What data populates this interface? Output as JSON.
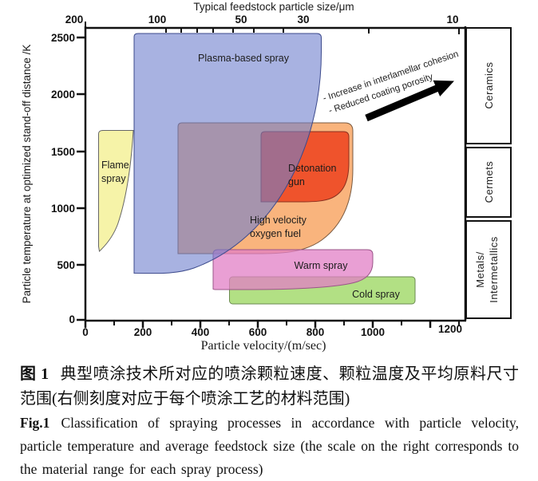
{
  "figure": {
    "top_axis": {
      "title": "Typical feedstock particle size/μm",
      "ticks": [
        "200",
        "100",
        "50",
        "30",
        "10"
      ]
    },
    "x_axis": {
      "title": "Particle velocity/(m/sec)",
      "ticks": [
        "0",
        "200",
        "400",
        "600",
        "800",
        "1000",
        "1200"
      ]
    },
    "y_axis": {
      "title": "Particle temperature at optimized stand-off distance /K",
      "ticks": [
        "2500",
        "2000",
        "1500",
        "1000",
        "500",
        "0"
      ]
    },
    "labels": {
      "plasma": "Plasma-based spray",
      "flame1": "Flame",
      "flame2": "spray",
      "det1": "Detonation",
      "det2": "gun",
      "hvof1": "High velocity",
      "hvof2": "oxygen fuel",
      "warm": "Warm spray",
      "cold": "Cold spray"
    },
    "annotation": {
      "line1": "- Increase in interlamellar cohesion",
      "line2": "- Reduced coating porosity"
    },
    "materials": {
      "ceramics": "Ceramics",
      "cermets": "Cermets",
      "metals1": "Metals/",
      "metals2": "Intermetallics"
    }
  },
  "caption": {
    "cn_label": "图 1",
    "cn_text": "典型喷涂技术所对应的喷涂颗粒速度、颗粒温度及平均原料尺寸范围(右侧刻度对应于每个喷涂工艺的材料范围)",
    "en_label": "Fig.1",
    "en_text": "Classification of spraying processes in accordance with particle velocity, particle temperature and average feedstock size (the scale on the right corresponds to the material range for each spray process)"
  },
  "chart_data": {
    "type": "area",
    "title": "Classification of thermal spraying processes",
    "xlabel": "Particle velocity/(m/sec)",
    "ylabel": "Particle temperature at optimized stand-off distance /K",
    "xlim": [
      0,
      1320
    ],
    "ylim": [
      0,
      2580
    ],
    "x_tick_values": [
      0,
      200,
      400,
      600,
      800,
      1000,
      1200
    ],
    "y_tick_values": [
      0,
      500,
      1000,
      1500,
      2000,
      2500
    ],
    "top_axis": {
      "label": "Typical feedstock particle size/μm",
      "scale": "logarithmic-reversed",
      "tick_values": [
        200,
        100,
        50,
        30,
        10
      ]
    },
    "grid": false,
    "legend_position": "in-region-labels",
    "regions": [
      {
        "name": "Plasma-based spray",
        "color": "#aab2e4",
        "velocity_range_mps": [
          170,
          820
        ],
        "temperature_range_K": [
          430,
          2540
        ]
      },
      {
        "name": "Flame spray",
        "color": "#f5f2a8",
        "velocity_range_mps": [
          45,
          170
        ],
        "temperature_range_K": [
          620,
          1690
        ]
      },
      {
        "name": "High velocity oxygen fuel",
        "color": "#f9b37b",
        "velocity_range_mps": [
          325,
          935
        ],
        "temperature_range_K": [
          600,
          1750
        ]
      },
      {
        "name": "Detonation gun",
        "color": "#ee5a30",
        "velocity_range_mps": [
          610,
          920
        ],
        "temperature_range_K": [
          1050,
          1670
        ]
      },
      {
        "name": "Warm spray",
        "color": "#e9a0d5",
        "velocity_range_mps": [
          445,
          1000
        ],
        "temperature_range_K": [
          280,
          630
        ]
      },
      {
        "name": "Cold spray",
        "color": "#b2e085",
        "velocity_range_mps": [
          500,
          1150
        ],
        "temperature_range_K": [
          150,
          390
        ]
      }
    ],
    "material_scale_right": [
      {
        "label": "Ceramics",
        "temperature_range_K": [
          1560,
          2580
        ]
      },
      {
        "label": "Cermets",
        "temperature_range_K": [
          920,
          1530
        ]
      },
      {
        "label": "Metals/Intermetallics",
        "temperature_range_K": [
          30,
          880
        ]
      }
    ],
    "annotation_arrow": {
      "text": [
        "- Increase in interlamellar cohesion",
        "- Reduced coating porosity"
      ],
      "direction": "up-right",
      "color": "#000000"
    }
  }
}
